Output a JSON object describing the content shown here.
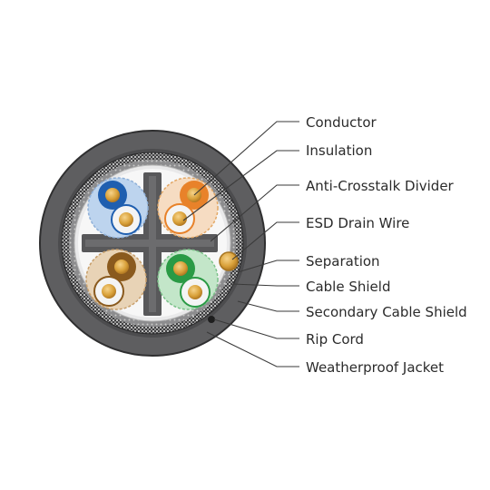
{
  "labels": {
    "conductor": "Conductor",
    "insulation": "Insulation",
    "divider": "Anti-Crosstalk Divider",
    "drain_wire": "ESD Drain Wire",
    "separation": "Separation",
    "cable_shield": "Cable Shield",
    "secondary_shield": "Secondary Cable Shield",
    "rip_cord": "Rip Cord",
    "jacket": "Weatherproof Jacket"
  },
  "pairs": [
    {
      "position": "top-left",
      "color": "#1f5fb0"
    },
    {
      "position": "top-right",
      "color": "#e8822a"
    },
    {
      "position": "bottom-left",
      "color": "#8a5a1e"
    },
    {
      "position": "bottom-right",
      "color": "#2a9a45"
    }
  ],
  "colors": {
    "jacket": "#5e5e60",
    "shield": "#4a4a4c",
    "divider": "#58585a",
    "copper": "#d9a13a",
    "white_insulation": "#f4f4f4"
  }
}
